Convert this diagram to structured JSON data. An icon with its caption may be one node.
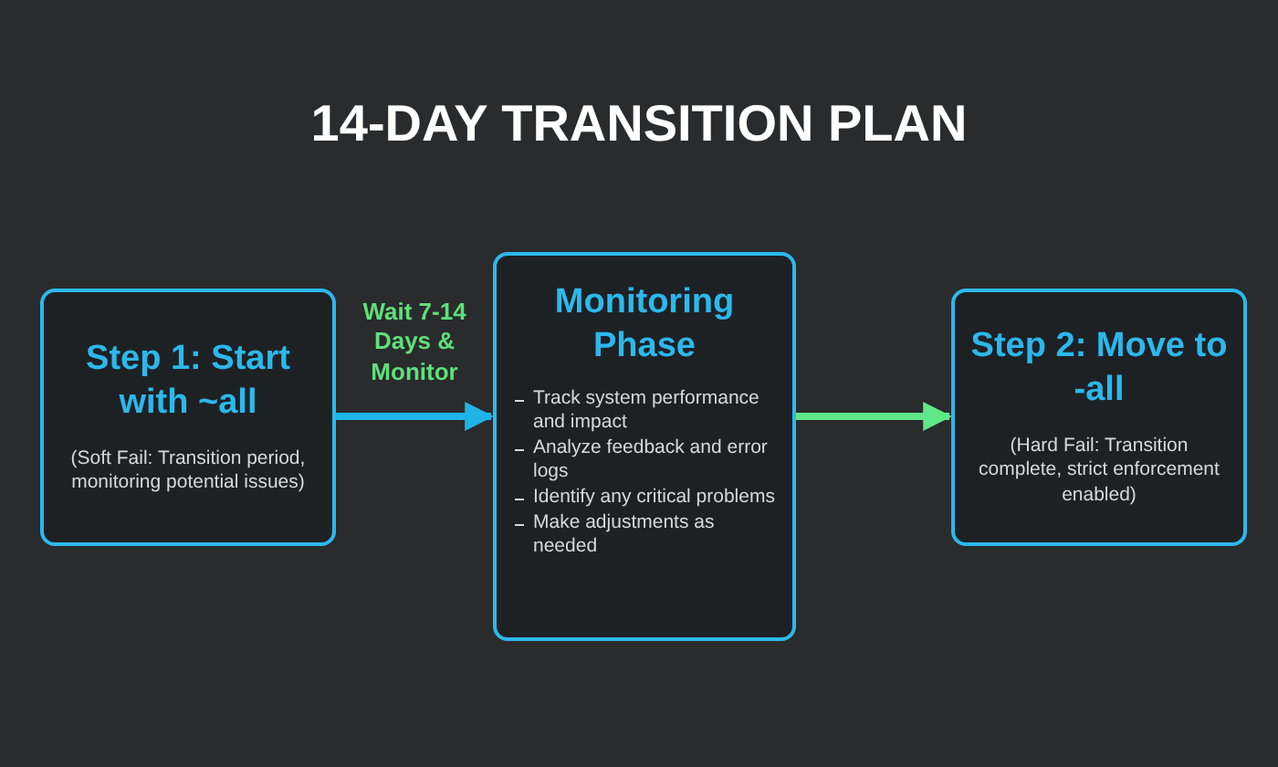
{
  "diagram": {
    "title": "14-DAY TRANSITION PLAN",
    "nodes": [
      {
        "text": [
          "Step 1: Start with ~all",
          "(Soft Fail: Transition period, monitoring potential issues)"
        ]
      },
      {
        "text": [
          "Monitoring Phase",
          "Track system performance and impact",
          "Analyze feedback and error logs",
          "Identify any critical problems",
          "Make adjustments as needed"
        ]
      },
      {
        "text": [
          "Step 2: Move to -all",
          "(Hard Fail: Transition complete, strict enforcement enabled)"
        ]
      }
    ],
    "edges": [
      {
        "from": 0,
        "to": 1,
        "arrow": "to",
        "label": "Wait 7-14 Days & Monitor",
        "color": "#1eb4e8"
      },
      {
        "from": 1,
        "to": 2,
        "arrow": "to",
        "color": "#5ee88a"
      }
    ]
  }
}
